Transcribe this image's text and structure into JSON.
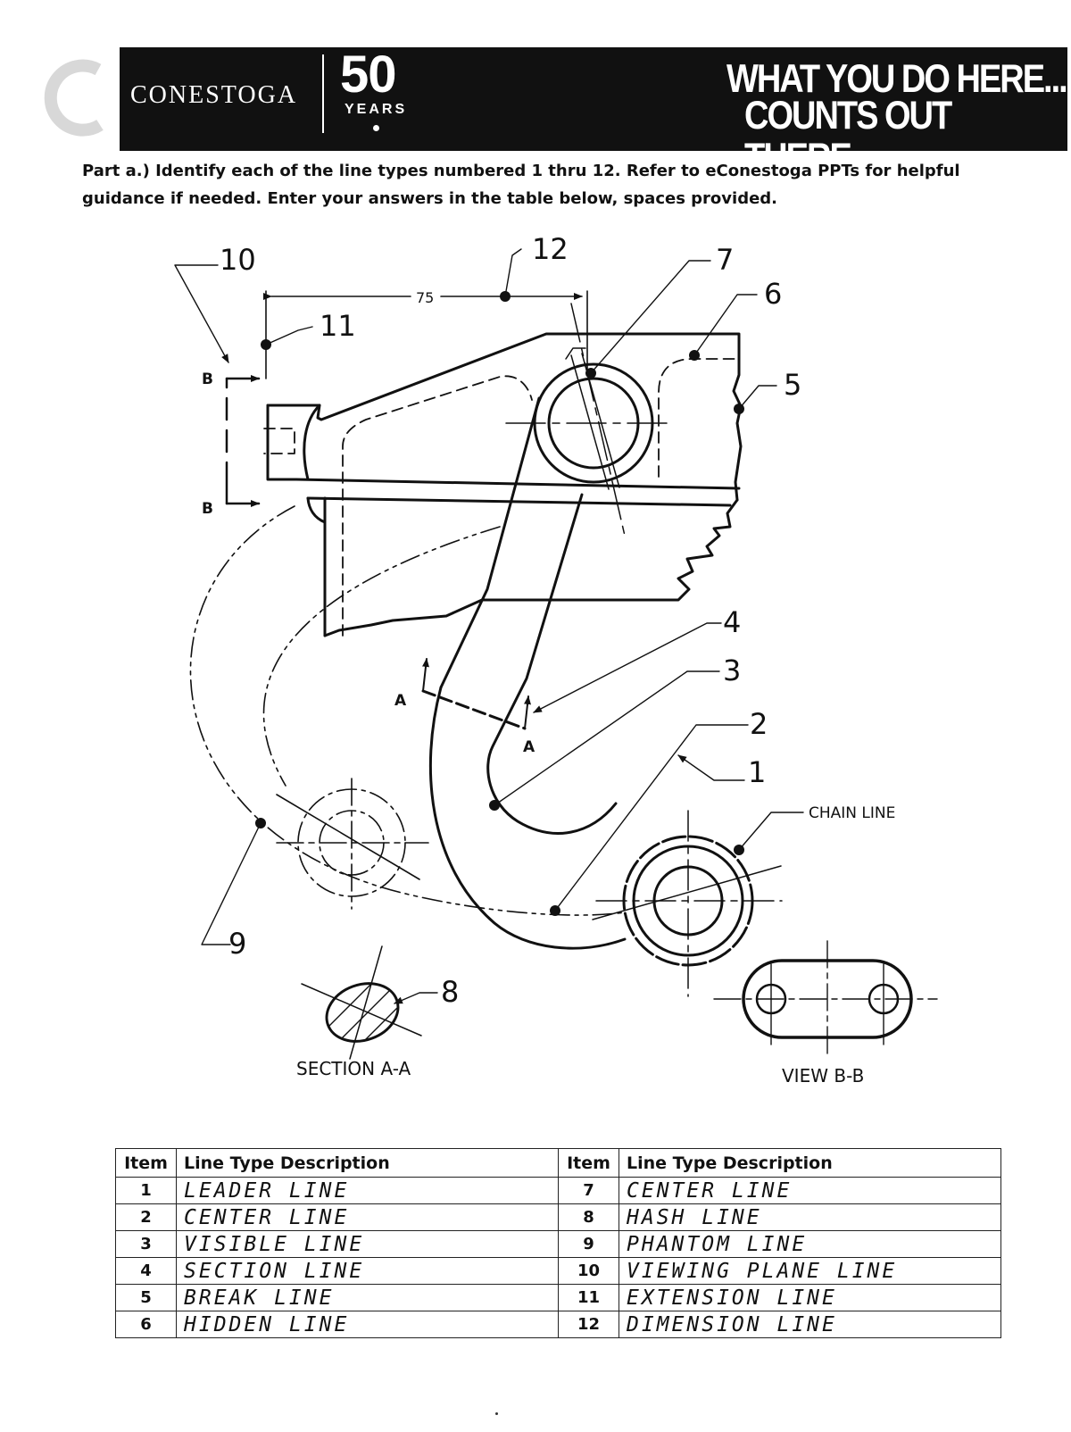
{
  "header": {
    "brand": "CONESTOGA",
    "years_number": "50",
    "years_label": "YEARS",
    "tagline_line1": "WHAT YOU DO HERE...",
    "tagline_line2": "COUNTS OUT THERE.",
    "background": "#111111"
  },
  "instructions": "Part a.) Identify each of the line types numbered 1 thru 12. Refer to eConestoga PPTs for helpful guidance if needed. Enter your answers in the table below, spaces provided.",
  "drawing": {
    "callouts": [
      "1",
      "2",
      "3",
      "4",
      "5",
      "6",
      "7",
      "8",
      "9",
      "10",
      "11",
      "12"
    ],
    "dimension_value": "75",
    "section_marker": "A",
    "view_marker": "B",
    "chain_line_label": "CHAIN LINE",
    "section_label": "SECTION  A-A",
    "view_label": "VIEW  B-B"
  },
  "table": {
    "headers": {
      "item": "Item",
      "description": "Line Type Description"
    },
    "rows": [
      {
        "left_item": "1",
        "left_desc": "LEADER LINE",
        "right_item": "7",
        "right_desc": "CENTER  LINE"
      },
      {
        "left_item": "2",
        "left_desc": "CENTER LINE",
        "right_item": "8",
        "right_desc": "HASH   LINE"
      },
      {
        "left_item": "3",
        "left_desc": "VISIBLE LINE",
        "right_item": "9",
        "right_desc": "PHANTOM  LINE"
      },
      {
        "left_item": "4",
        "left_desc": "SECTION   LINE",
        "right_item": "10",
        "right_desc": "VIEWING PLANE LINE"
      },
      {
        "left_item": "5",
        "left_desc": "BREAK   LINE",
        "right_item": "11",
        "right_desc": "EXTENSION  LINE"
      },
      {
        "left_item": "6",
        "left_desc": "HIDDEN   LINE",
        "right_item": "12",
        "right_desc": "DIMENSION  LINE"
      }
    ]
  }
}
